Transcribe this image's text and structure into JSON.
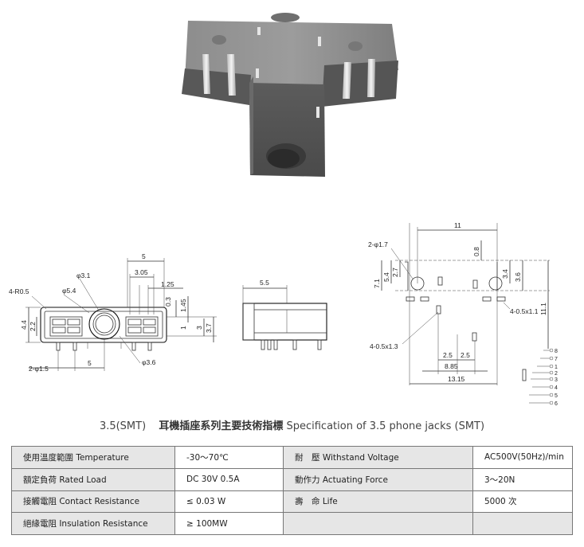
{
  "caption": {
    "prefix": "3.5(SMT)",
    "chinese": "耳機插座系列主要技術指標",
    "english": "Specification of 3.5 phone jacks (SMT)"
  },
  "drawing_left": {
    "dims": {
      "d5": "5",
      "d305": "3.05",
      "phi31": "φ3.1",
      "d125": "1.25",
      "r05": "4-R0.5",
      "phi54": "φ5.4",
      "d03": "0.3",
      "d145": "1.45",
      "d44": "4.4",
      "d22": "2.2",
      "d3": "3",
      "d37": "3.7",
      "phi15": "2-φ1.5",
      "d5b": "5",
      "phi36": "φ3.6"
    }
  },
  "drawing_mid": {
    "dims": {
      "d55": "5.5"
    }
  },
  "drawing_right": {
    "dims": {
      "d11": "11",
      "phi17": "2-φ1.7",
      "d08": "0.8",
      "d27": "2.7",
      "d54": "5.4",
      "d71": "7.1",
      "d34": "3.4",
      "d36": "3.6",
      "d111": "11.1",
      "pad05": "4-0.5x1.1",
      "pad13": "4-0.5x1.3",
      "d25a": "2.5",
      "d25b": "2.5",
      "d885": "8.85",
      "d1315": "13.15"
    }
  },
  "schematic": {
    "pins": [
      "8",
      "7",
      "1",
      "2",
      "3",
      "4",
      "5",
      "6"
    ]
  },
  "table": {
    "rows": [
      [
        "使用溫度範圍 Temperature",
        "-30～70℃",
        "耐　壓 Withstand Voltage",
        "AC500V(50Hz)/min"
      ],
      [
        "額定負荷 Rated Load",
        "DC 30V 0.5A",
        "動作力 Actuating Force",
        "3～20N"
      ],
      [
        "接觸電阻 Contact Resistance",
        "≤ 0.03 W",
        "壽　命 Life",
        "5000 次"
      ],
      [
        "絕緣電阻 Insulation Resistance",
        "≥ 100MW",
        "",
        ""
      ]
    ]
  }
}
